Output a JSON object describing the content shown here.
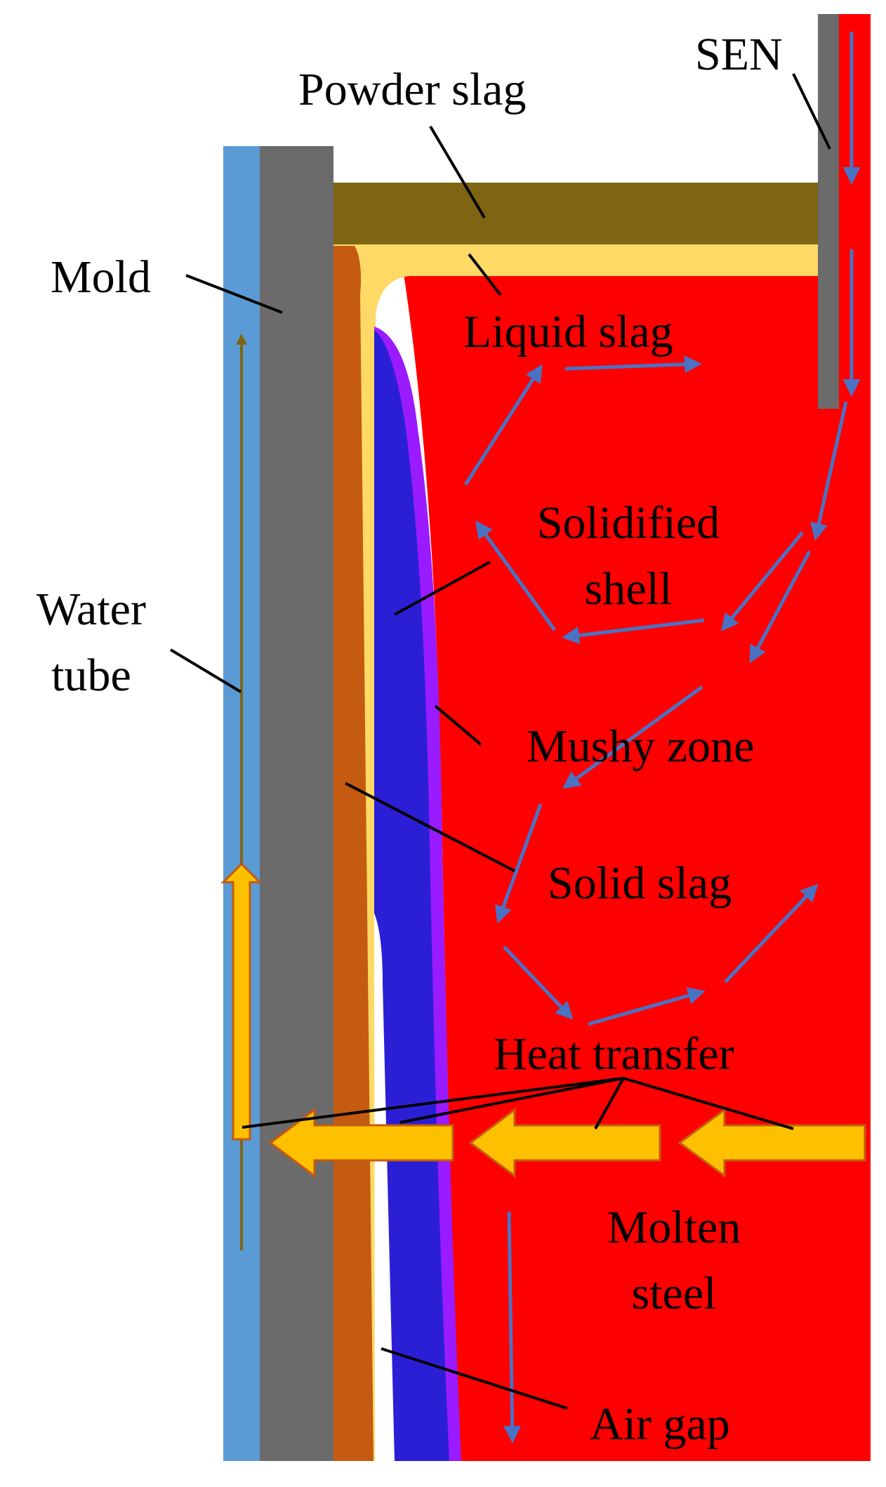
{
  "labels": {
    "sen": "SEN",
    "powder_slag": "Powder slag",
    "mold": "Mold",
    "liquid_slag": "Liquid slag",
    "solidified_shell_line1": "Solidified",
    "solidified_shell_line2": "shell",
    "water_tube_line1": "Water",
    "water_tube_line2": "tube",
    "mushy_zone": "Mushy zone",
    "solid_slag": "Solid slag",
    "heat_transfer": "Heat transfer",
    "molten_steel_line1": "Molten",
    "molten_steel_line2": "steel",
    "air_gap": "Air gap"
  },
  "colors": {
    "water_tube": "#5b9bd5",
    "mold": "#6b6b6b",
    "powder_slag": "#7f6413",
    "liquid_slag": "#ffd966",
    "solid_slag": "#c55a11",
    "solidified_shell": "#2b1fd6",
    "mushy_zone": "#9a1bff",
    "molten_steel": "#ff0000",
    "sen": "#6b6b6b",
    "heat_arrow_fill": "#ffc000",
    "heat_arrow_stroke": "#c55a11",
    "flow_arrow": "#4a72c4",
    "water_flow": "#7f6413",
    "air_gap": "#ffffff"
  }
}
